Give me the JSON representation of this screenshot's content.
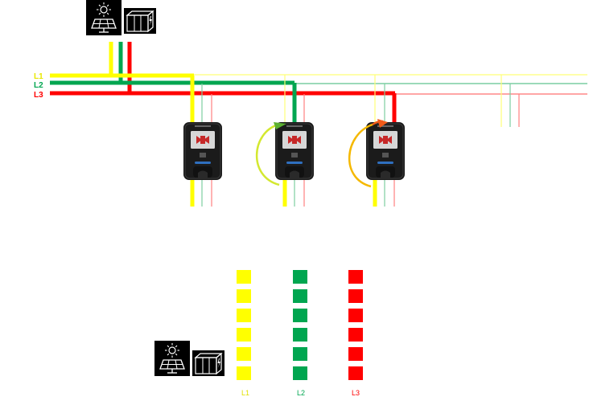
{
  "phases": [
    {
      "label": "L1",
      "color": "#ffff00",
      "label_color": "#e8e800"
    },
    {
      "label": "L2",
      "color": "#00a650",
      "label_color": "#00a650"
    },
    {
      "label": "L3",
      "color": "#ff0000",
      "label_color": "#ff0000"
    }
  ],
  "source_icons": [
    "solar-panel-icon",
    "battery-storage-icon"
  ],
  "chargers": [
    {
      "name": "charger-1",
      "active_phase": "L1"
    },
    {
      "name": "charger-2",
      "active_phase": "L2"
    },
    {
      "name": "charger-3",
      "active_phase": "L3"
    }
  ],
  "load_blocks_per_phase": 6,
  "colors": {
    "charger_body": "#1b1b1b",
    "icon_bg": "#000000",
    "icon_fg": "#ffffff"
  }
}
